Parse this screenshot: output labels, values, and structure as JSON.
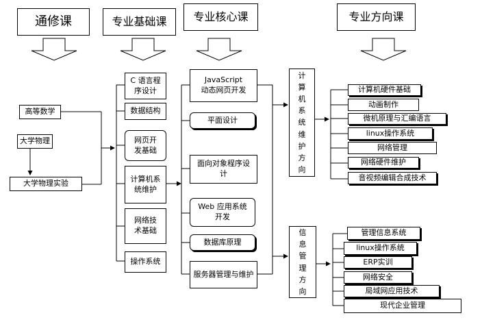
{
  "headers": {
    "general": "通修课",
    "basic": "专业基础课",
    "core": "专业核心课",
    "direction": "专业方向课"
  },
  "general_courses": {
    "math": "高等数学",
    "physics": "大学物理",
    "physics_lab": "大学物理实验"
  },
  "basic_courses": {
    "c_lang": "C 语言程序设计",
    "data_structure": "数据结构",
    "web_basics": "网页开发基础",
    "computer_maintenance": "计算机系统维护",
    "network_tech": "网络技术基础",
    "os": "操作系统"
  },
  "core_courses": {
    "javascript": "JavaScript 动态网页开发",
    "graphic_design": "平面设计",
    "oop": "面向对象程序设计",
    "web_app": "Web 应用系统开发",
    "database": "数据库原理",
    "server": "服务器管理与维护"
  },
  "directions": {
    "maintenance": "计算机系统维护方向",
    "info_mgmt": "信息管理方向"
  },
  "maintenance_courses": [
    "计算机硬件基础",
    "动画制作",
    "微机原理与汇编语言",
    "linux操作系统",
    "网络管理",
    "网络硬件维护",
    "音视频编辑合成技术"
  ],
  "info_courses": [
    "管理信息系统",
    "linux操作系统",
    "ERP实训",
    "网络安全",
    "局域网应用技术",
    "现代企业管理"
  ]
}
